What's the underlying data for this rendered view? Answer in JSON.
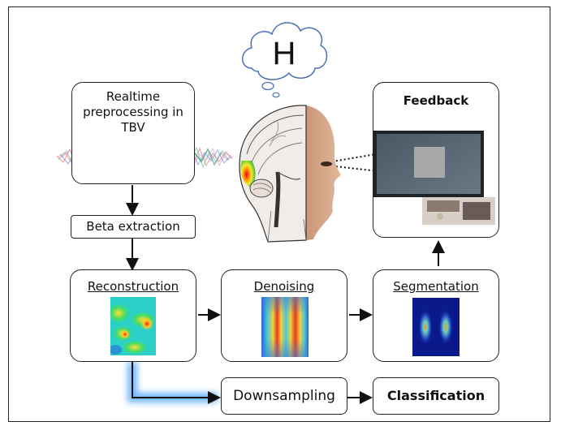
{
  "thought": {
    "letter": "H"
  },
  "boxes": {
    "preprocessing": "Realtime preprocessing in TBV",
    "beta": "Beta extraction",
    "reconstruction": "Reconstruction",
    "denoising": "Denoising",
    "segmentation": "Segmentation",
    "feedback": "Feedback",
    "downsampling": "Downsampling",
    "classification": "Classification"
  },
  "colors": {
    "green_glow": "#9be36a",
    "blue_glow": "#6fb6ff",
    "arrow": "#111111"
  },
  "icons": [
    "brain-head-illustration",
    "thought-cloud-icon",
    "eeg-signal-traces",
    "monitor-photo",
    "heatmap-reconstruction",
    "heatmap-denoised",
    "heatmap-segmented"
  ]
}
